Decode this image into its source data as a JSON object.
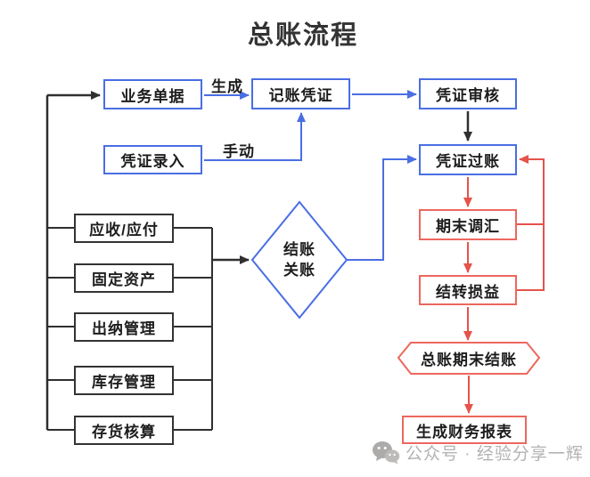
{
  "title": "总账流程",
  "colors": {
    "blue_accent": "#4a6ee3",
    "red_accent": "#e5534b",
    "red_box_border": "#ed675e",
    "black_line": "#2f2f2f",
    "text": "#1d1d1d",
    "watermark_gray": "#b4b2b2"
  },
  "nodes": {
    "business_doc": {
      "label": "业务单据"
    },
    "voucher_entry": {
      "label": "凭证录入"
    },
    "bookkeeping_voucher": {
      "label": "记账凭证"
    },
    "voucher_review": {
      "label": "凭证审核"
    },
    "voucher_posting": {
      "label": "凭证过账"
    },
    "period_end_fx": {
      "label": "期末调汇"
    },
    "pl_carryforward": {
      "label": "结转损益"
    },
    "gl_period_close": {
      "label": "总账期末结账"
    },
    "financial_reports": {
      "label": "生成财务报表"
    },
    "ar_ap": {
      "label": "应收/应付"
    },
    "fixed_assets": {
      "label": "固定资产"
    },
    "cashier_mgmt": {
      "label": "出纳管理"
    },
    "inventory_mgmt": {
      "label": "库存管理"
    },
    "inventory_accounting": {
      "label": "存货核算"
    },
    "closing_decision": {
      "line1": "结账",
      "line2": "关账"
    }
  },
  "edge_labels": {
    "generate": "生成",
    "manual": "手动"
  },
  "watermark": {
    "icon": "wechat-icon",
    "text": "公众号 · 经验分享一辉"
  }
}
